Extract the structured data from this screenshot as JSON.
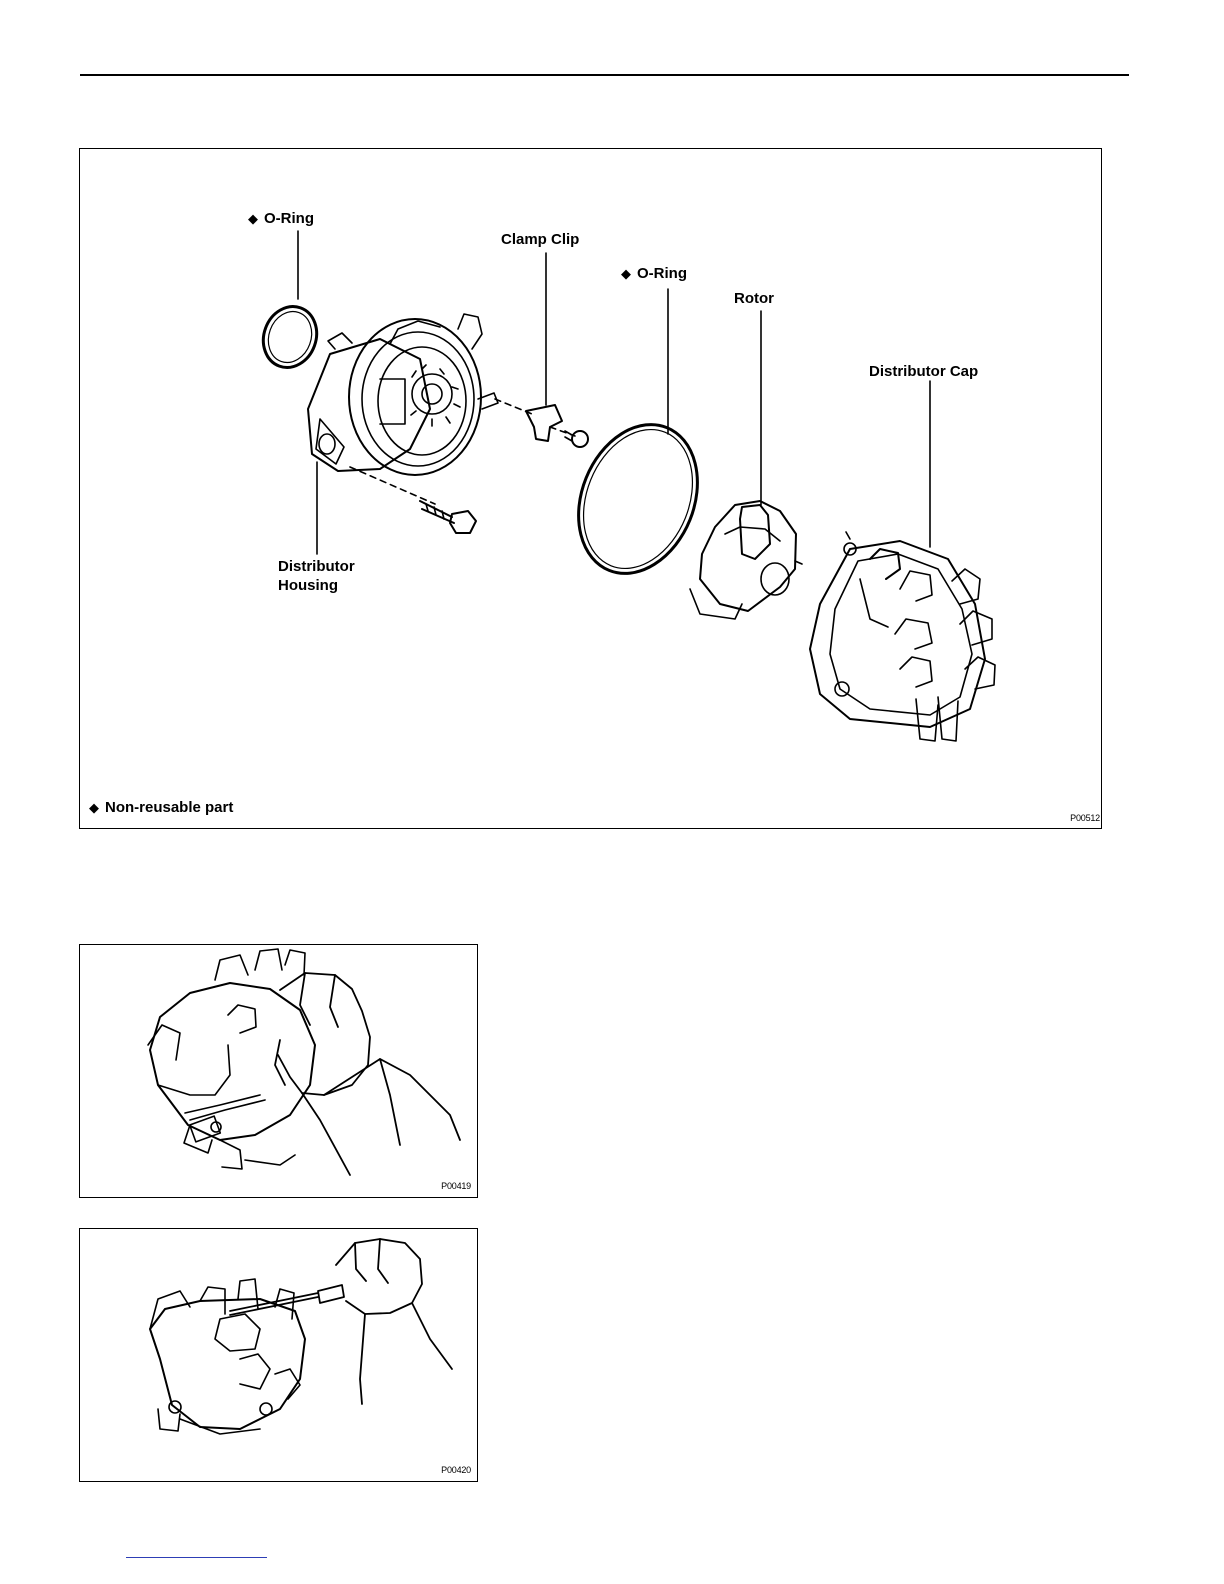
{
  "figure_main": {
    "labels": {
      "o_ring_1": "O-Ring",
      "clamp_clip": "Clamp Clip",
      "o_ring_2": "O-Ring",
      "rotor": "Rotor",
      "distributor_cap": "Distributor Cap",
      "distributor_housing_line1": "Distributor",
      "distributor_housing_line2": "Housing"
    },
    "legend": "Non-reusable part",
    "legend_symbol": "◆",
    "code": "P00512"
  },
  "figure_2": {
    "code": "P00419"
  },
  "figure_3": {
    "code": "P00420"
  }
}
